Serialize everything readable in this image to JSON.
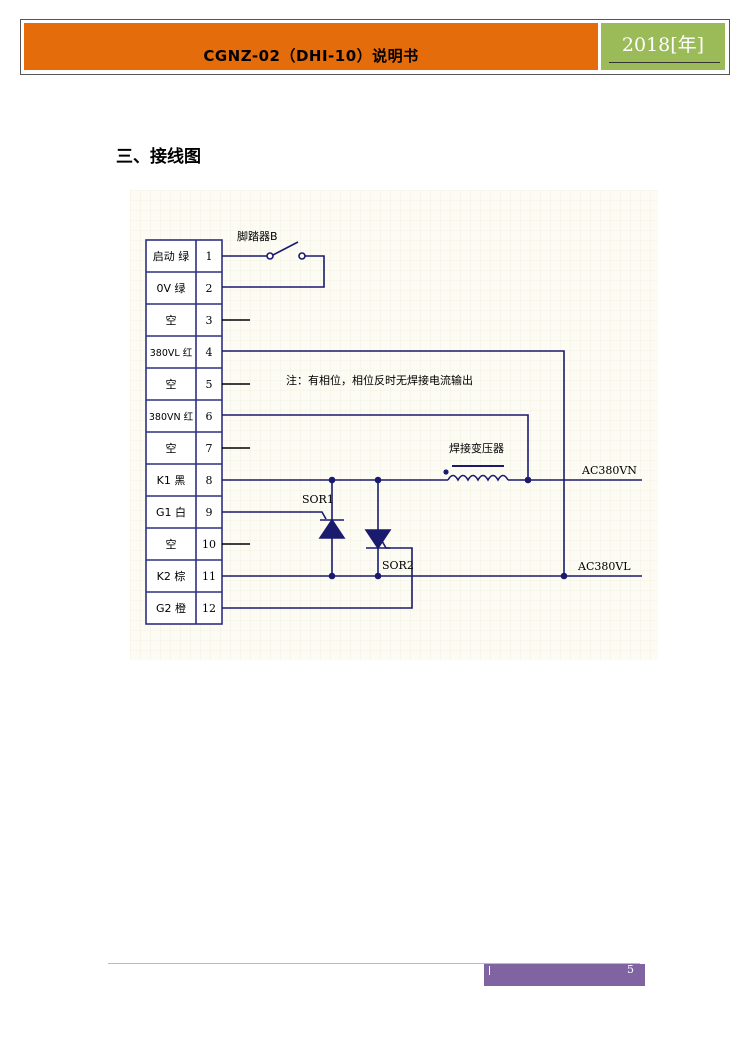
{
  "header": {
    "title": "CGNZ-02（DHI-10）说明书",
    "year": "2018[年]"
  },
  "section_title": "三、接线图",
  "diagram": {
    "terminals": [
      {
        "label": "启动 绿",
        "num": "1"
      },
      {
        "label": "0V 绿",
        "num": "2"
      },
      {
        "label": "空",
        "num": "3"
      },
      {
        "label": "380VL 红",
        "num": "4"
      },
      {
        "label": "空",
        "num": "5"
      },
      {
        "label": "380VN 红",
        "num": "6"
      },
      {
        "label": "空",
        "num": "7"
      },
      {
        "label": "K1 黑",
        "num": "8"
      },
      {
        "label": "G1 白",
        "num": "9"
      },
      {
        "label": "空",
        "num": "10"
      },
      {
        "label": "K2 棕",
        "num": "11"
      },
      {
        "label": "G2 橙",
        "num": "12"
      }
    ],
    "foot_switch_label": "脚踏器B",
    "note": "注：有相位，相位反时无焊接电流输出",
    "transformer_label": "焊接变压器",
    "sor1_label": "SOR1",
    "sor2_label": "SOR2",
    "ac380vn_label": "AC380VN",
    "ac380vl_label": "AC380VL"
  },
  "footer": {
    "page": "5"
  }
}
